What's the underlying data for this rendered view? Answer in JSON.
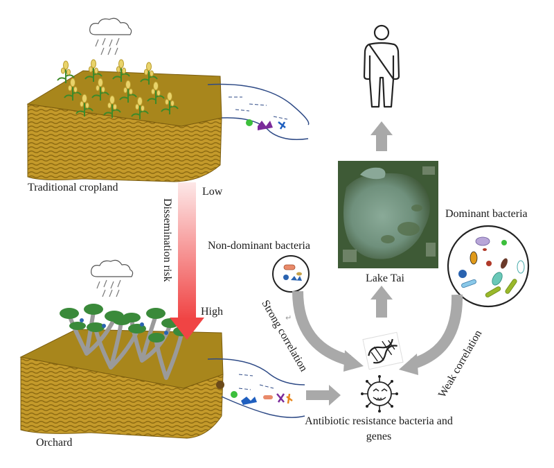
{
  "labels": {
    "traditional_cropland": "Traditional cropland",
    "orchard": "Orchard",
    "low": "Low",
    "high": "High",
    "dissemination_risk": "Dissemination risk",
    "lake_tai": "Lake Tai",
    "non_dominant_bacteria": "Non-dominant bacteria",
    "dominant_bacteria": "Dominant bacteria",
    "strong_correlation": "Strong correlation",
    "weak_correlation": "Weak correlation",
    "arb_line1": "Antibiotic resistance bacteria and",
    "arb_line2": "genes"
  },
  "colors": {
    "soil_top": "#a8861c",
    "soil_side": "#c49a2a",
    "soil_stripe": "#8a6a10",
    "water_line": "#2e4a86",
    "arrow_gray": "#a9a9a9",
    "risk_low": "#fde4e4",
    "risk_high": "#f04848",
    "lake_water": "#7a9b8a",
    "lake_land": "#3f5a3a"
  },
  "icons": [
    "cloud-rain-icon",
    "human-silhouette-icon",
    "dna-icon",
    "virus-icon",
    "bacteria-icon"
  ]
}
